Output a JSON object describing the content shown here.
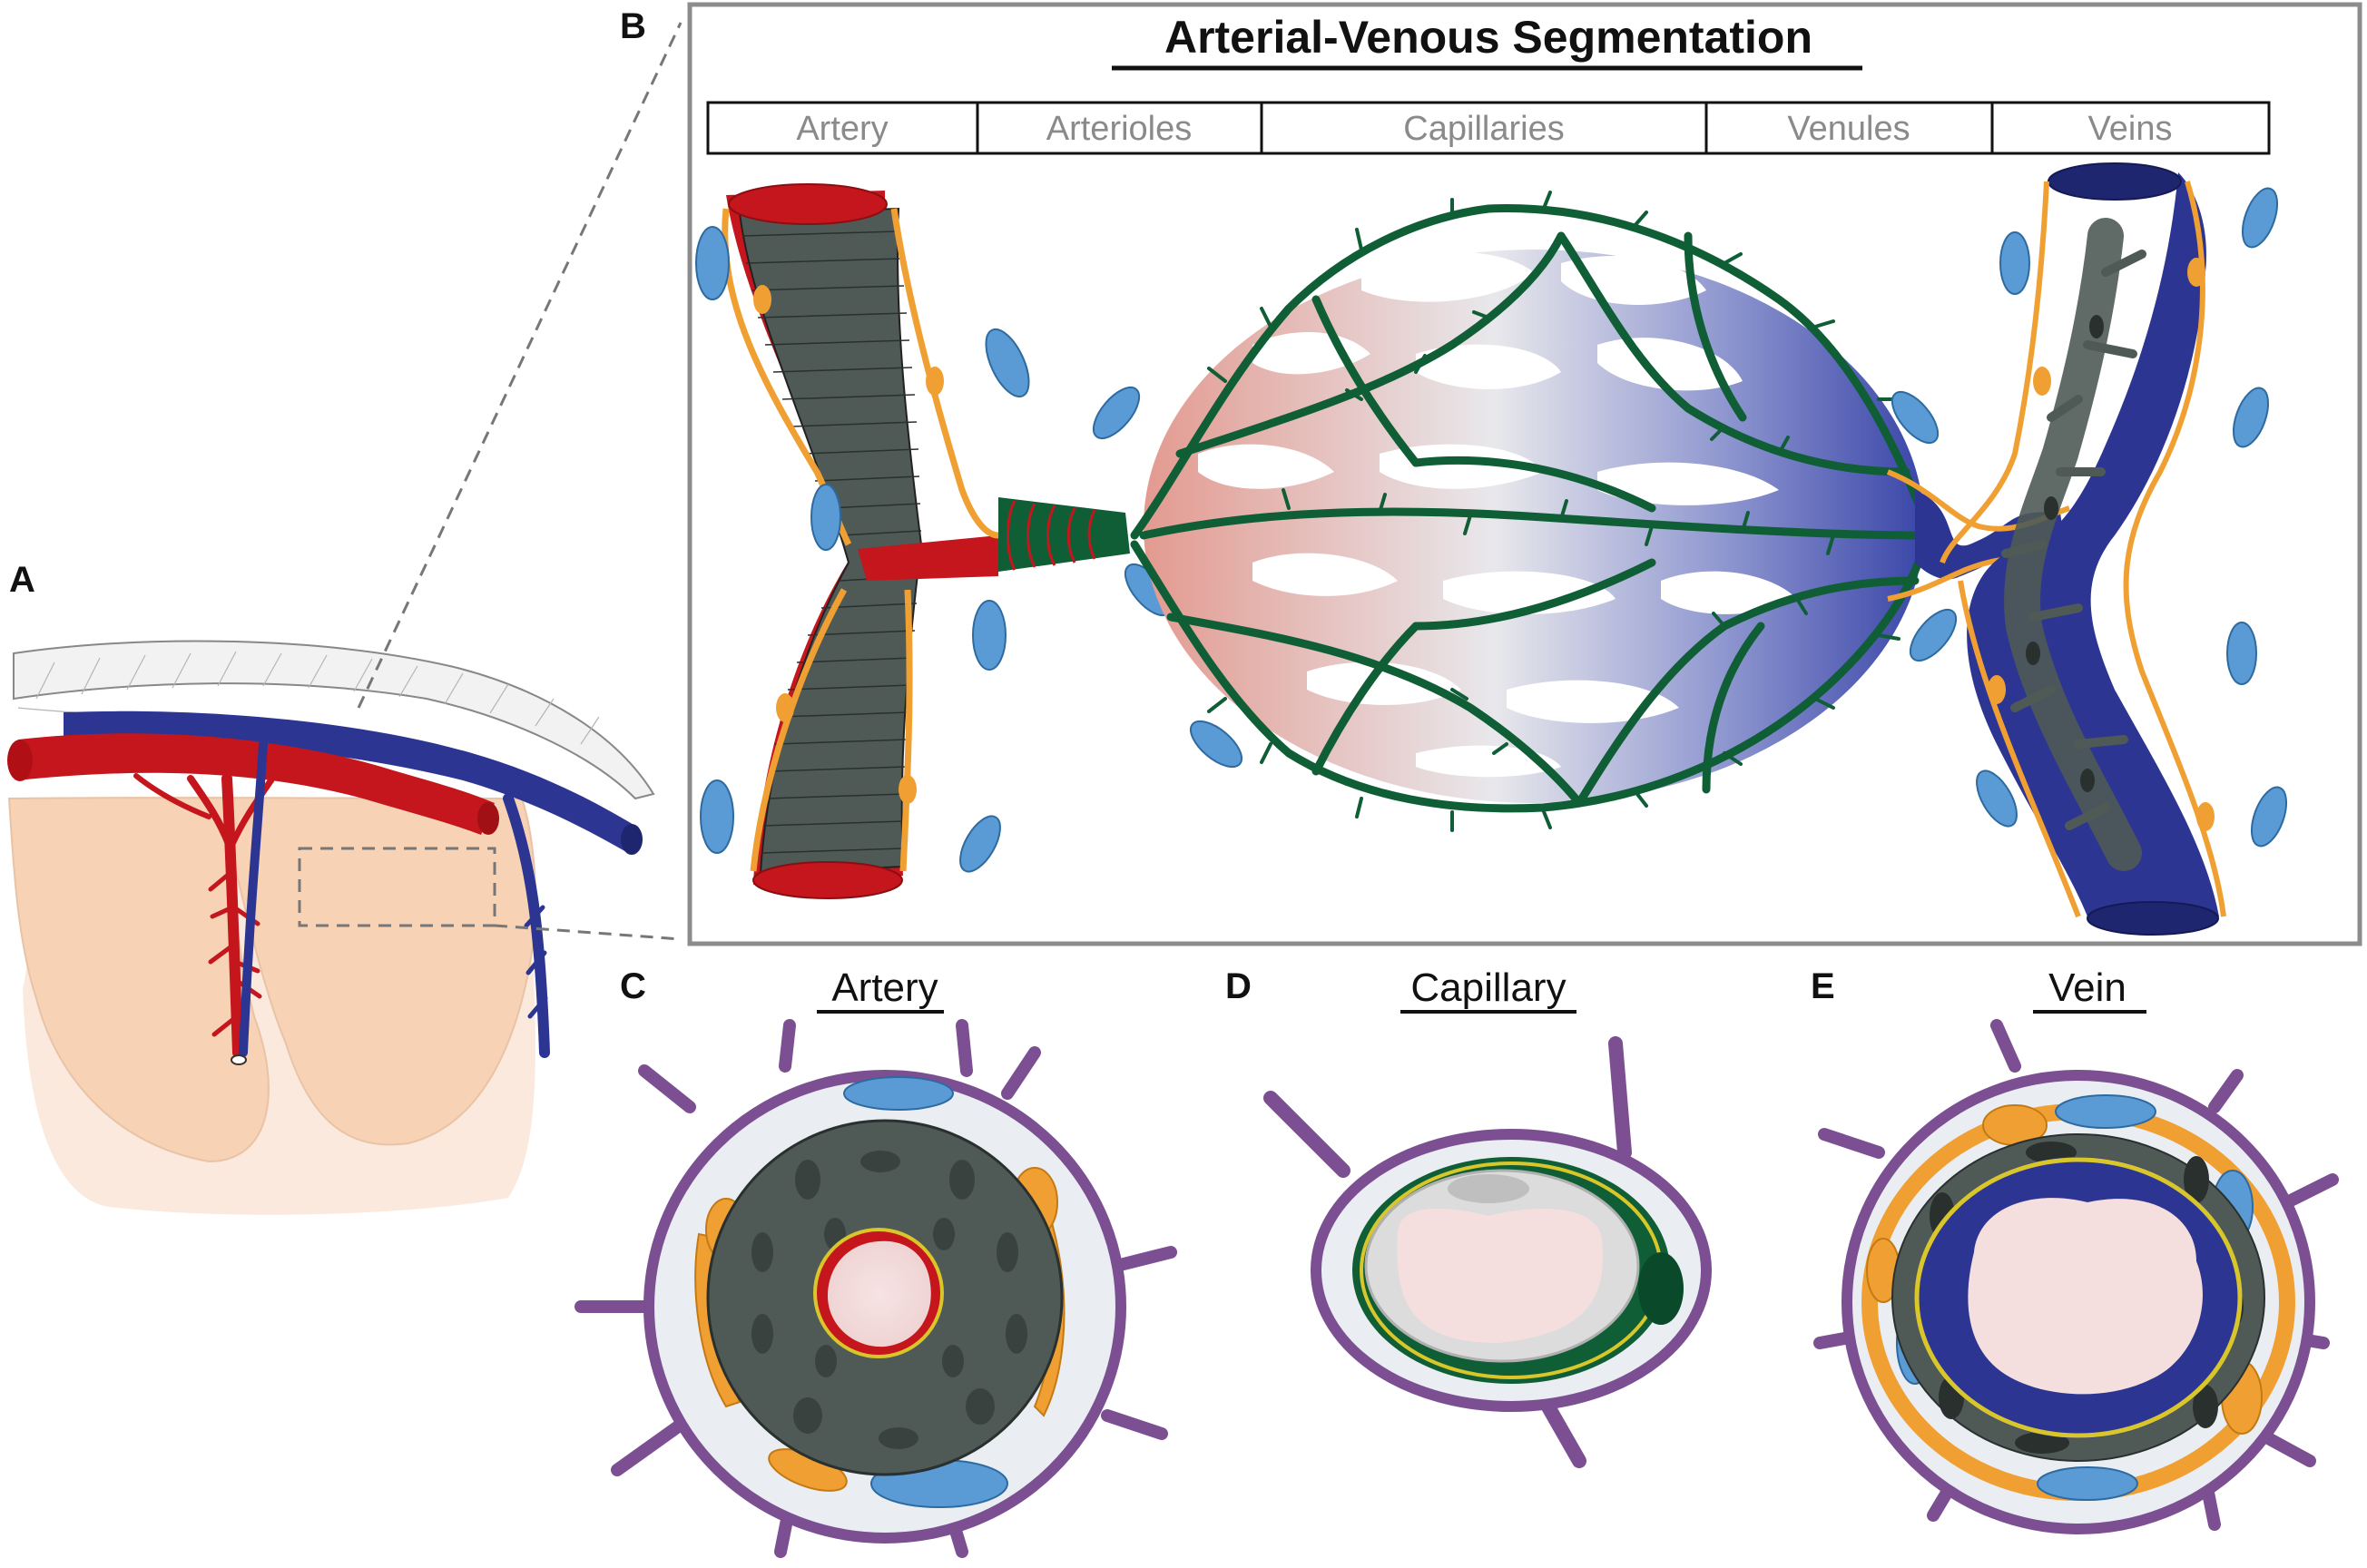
{
  "colors": {
    "artery_red": "#c4161c",
    "smooth_muscle_grey": "#4f5a56",
    "endothelium_green": "#0f5e36",
    "vein_blue": "#2d3592",
    "pericyte_orange": "#f0a032",
    "fibroblast_blue": "#5b9bd5",
    "astrocyte_purple": "#7b4f92",
    "tissue_peach": "#f7d2b5",
    "lumen_pink": "#f5dede",
    "basement_yellow": "#d9c62a"
  },
  "panels": {
    "a": {
      "letter": "A"
    },
    "b": {
      "letter": "B",
      "title": "Arterial-Venous Segmentation",
      "segments": [
        "Artery",
        "Arterioles",
        "Capillaries",
        "Venules",
        "Veins"
      ]
    },
    "c": {
      "letter": "C",
      "title": "Artery"
    },
    "d": {
      "letter": "D",
      "title": "Capillary"
    },
    "e": {
      "letter": "E",
      "title": "Vein"
    }
  }
}
